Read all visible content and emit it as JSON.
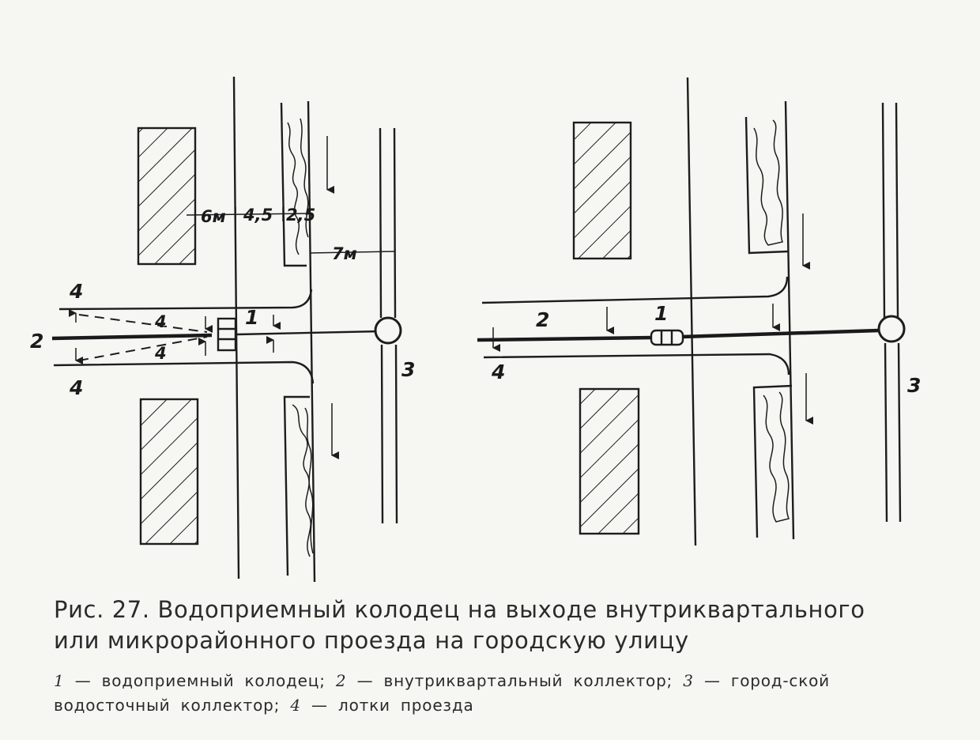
{
  "labels": {
    "one": "1",
    "two": "2",
    "three": "3",
    "four": "4",
    "dim_6m": "6м",
    "dim_45": "4,5",
    "dim_25": "2,5",
    "dim_7m": "7м"
  },
  "caption": {
    "line1": "Рис. 27. Водоприемный колодец на выходе внутриквартального",
    "line2": "или микрорайонного проезда на городскую улицу"
  },
  "legend": {
    "n1": "1",
    "t1": " — водоприемный колодец; ",
    "n2": "2",
    "t2": " — внутриквартальный коллектор; ",
    "n3": "3",
    "t3": " — город-ской водосточный коллектор; ",
    "n4": "4",
    "t4": " — лотки проезда"
  }
}
